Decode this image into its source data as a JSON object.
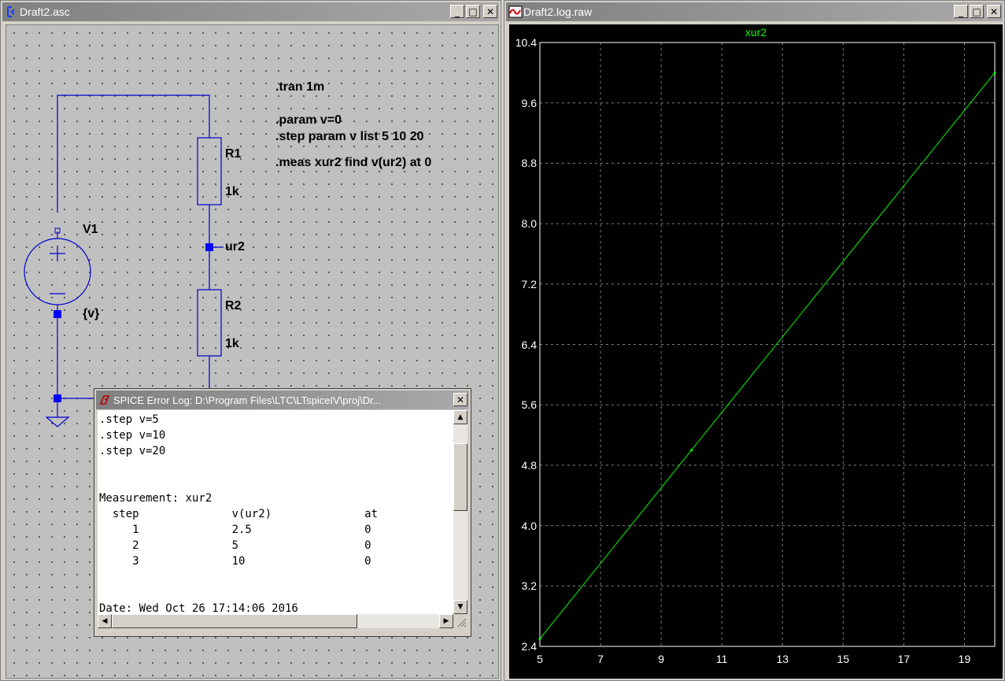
{
  "schematic_window": {
    "title": "Draft2.asc",
    "directives": [
      ".tran 1m",
      ".param v=0",
      ".step param v list  5 10 20",
      ".meas xur2  find v(ur2) at 0"
    ],
    "components": {
      "r1_name": "R1",
      "r1_value": "1k",
      "r2_name": "R2",
      "r2_value": "1k",
      "v1_name": "V1",
      "v1_value": "{v}",
      "net_label": "ur2"
    }
  },
  "plot_window": {
    "title": "Draft2.log.raw",
    "trace_name": "xur2",
    "trace_color": "#00ff00"
  },
  "chart_data": {
    "type": "line",
    "title": "xur2",
    "xlabel": "",
    "ylabel": "",
    "x": [
      5,
      10,
      20
    ],
    "series": [
      {
        "name": "xur2",
        "values": [
          2.5,
          5,
          10
        ]
      }
    ],
    "xlim": [
      5,
      20
    ],
    "ylim": [
      2.4,
      10.4
    ],
    "x_ticks": [
      "5",
      "7",
      "9",
      "11",
      "13",
      "15",
      "17",
      "19"
    ],
    "y_ticks": [
      "2.4",
      "3.2",
      "4.0",
      "4.8",
      "5.6",
      "6.4",
      "7.2",
      "8.0",
      "8.8",
      "9.6",
      "10.4"
    ],
    "grid": true
  },
  "error_log": {
    "title": "SPICE Error Log: D:\\Program Files\\LTC\\LTspiceIV\\proj\\Dr...",
    "lines": [
      ".step v=5",
      ".step v=10",
      ".step v=20",
      "",
      "",
      "Measurement: xur2",
      "  step              v(ur2)              at",
      "     1              2.5                 0",
      "     2              5                   0",
      "     3              10                  0",
      "",
      "",
      "Date: Wed Oct 26 17:14:06 2016"
    ]
  },
  "window_buttons": {
    "minimize": "_",
    "maximize": "□",
    "close": "✕"
  }
}
